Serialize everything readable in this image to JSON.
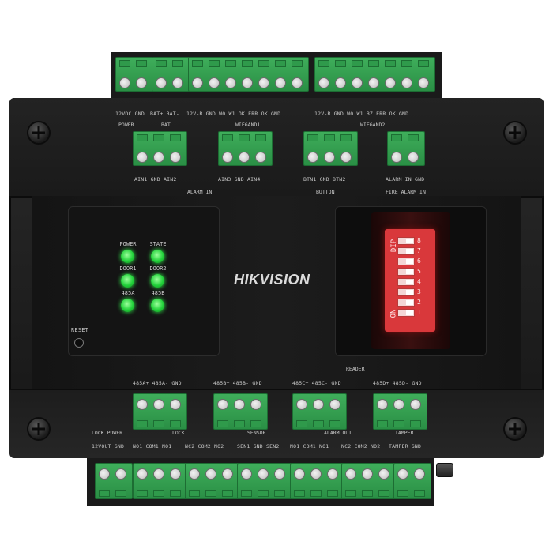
{
  "brand": {
    "logo_text": "HIKVISION"
  },
  "status_panel": {
    "leds": [
      "POWER",
      "STATE",
      "DOOR1",
      "DOOR2",
      "485A",
      "485B"
    ],
    "reset_label": "RESET"
  },
  "dip_switch": {
    "label": "DIP",
    "on_label": "ON",
    "numbers": [
      "1",
      "2",
      "3",
      "4",
      "5",
      "6",
      "7",
      "8"
    ]
  },
  "top_row": {
    "labels": [
      "12VDC GND",
      "BAT+ BAT-",
      "12V-R GND W0  W1  OK  ERR  OK  GND",
      "12V-R GND W0  W1  BZ  ERR  OK  GND"
    ],
    "groups": [
      "POWER",
      "BAT",
      "WIEGAND1",
      "WIEGAND2"
    ]
  },
  "mid_row": {
    "labels": [
      "AIN1  GND  AIN2",
      "AIN3  GND  AIN4",
      "BTN1  GND  BTN2",
      "ALARM IN  GND"
    ],
    "groups": [
      "ALARM IN",
      "BUTTON",
      "FIRE ALARM IN"
    ]
  },
  "lower_row": {
    "labels": [
      "485A+ 485A-  GND",
      "485B+ 485B-  GND",
      "485C+ 485C-  GND",
      "485D+ 485D-  GND"
    ],
    "groups": [
      "READER"
    ]
  },
  "bottom_row": {
    "labels": [
      "12VOUT GND",
      "NO1 COM1 NO1",
      "NC2 COM2 NO2",
      "SEN1 GND SEN2",
      "NO1 COM1 NO1",
      "NC2 COM2 NO2",
      "TAMPER GND"
    ],
    "groups": [
      "LOCK POWER",
      "LOCK",
      "SENSOR",
      "ALARM OUT",
      "TAMPER"
    ]
  },
  "colors": {
    "terminal_green": "#3fae5b",
    "led_green": "#22d13a",
    "dip_red": "#d9383b",
    "housing": "#1a1a1a"
  }
}
